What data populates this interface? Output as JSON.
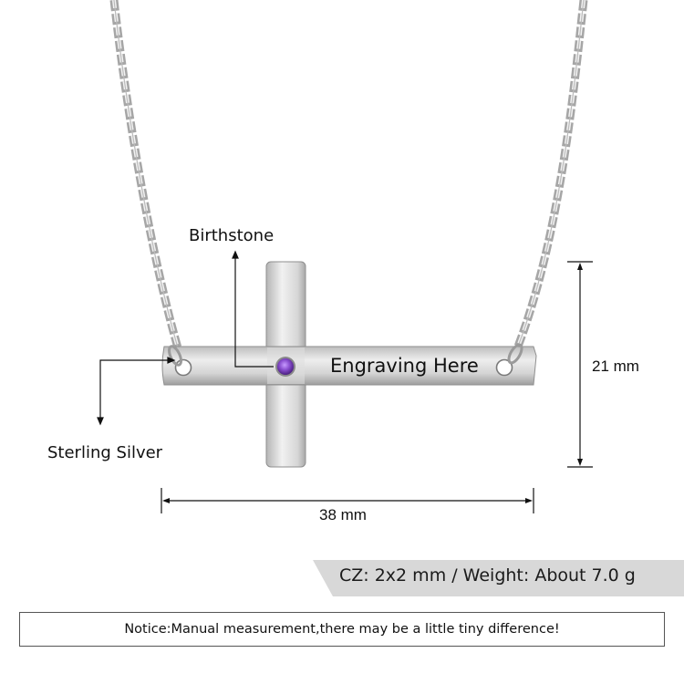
{
  "product": {
    "type": "sideways cross bar necklace",
    "material_label": "Sterling Silver",
    "birthstone_label": "Birthstone",
    "engraving_text": "Engraving Here",
    "stone_color": "#8a4fd0",
    "metal_color": "#c8c8c8"
  },
  "dimensions": {
    "height": "21 mm",
    "width": "38 mm"
  },
  "specs": {
    "text": "CZ: 2x2 mm / Weight: About 7.0 g"
  },
  "notice": {
    "text": "Notice:Manual measurement,there may be a little tiny difference!"
  }
}
